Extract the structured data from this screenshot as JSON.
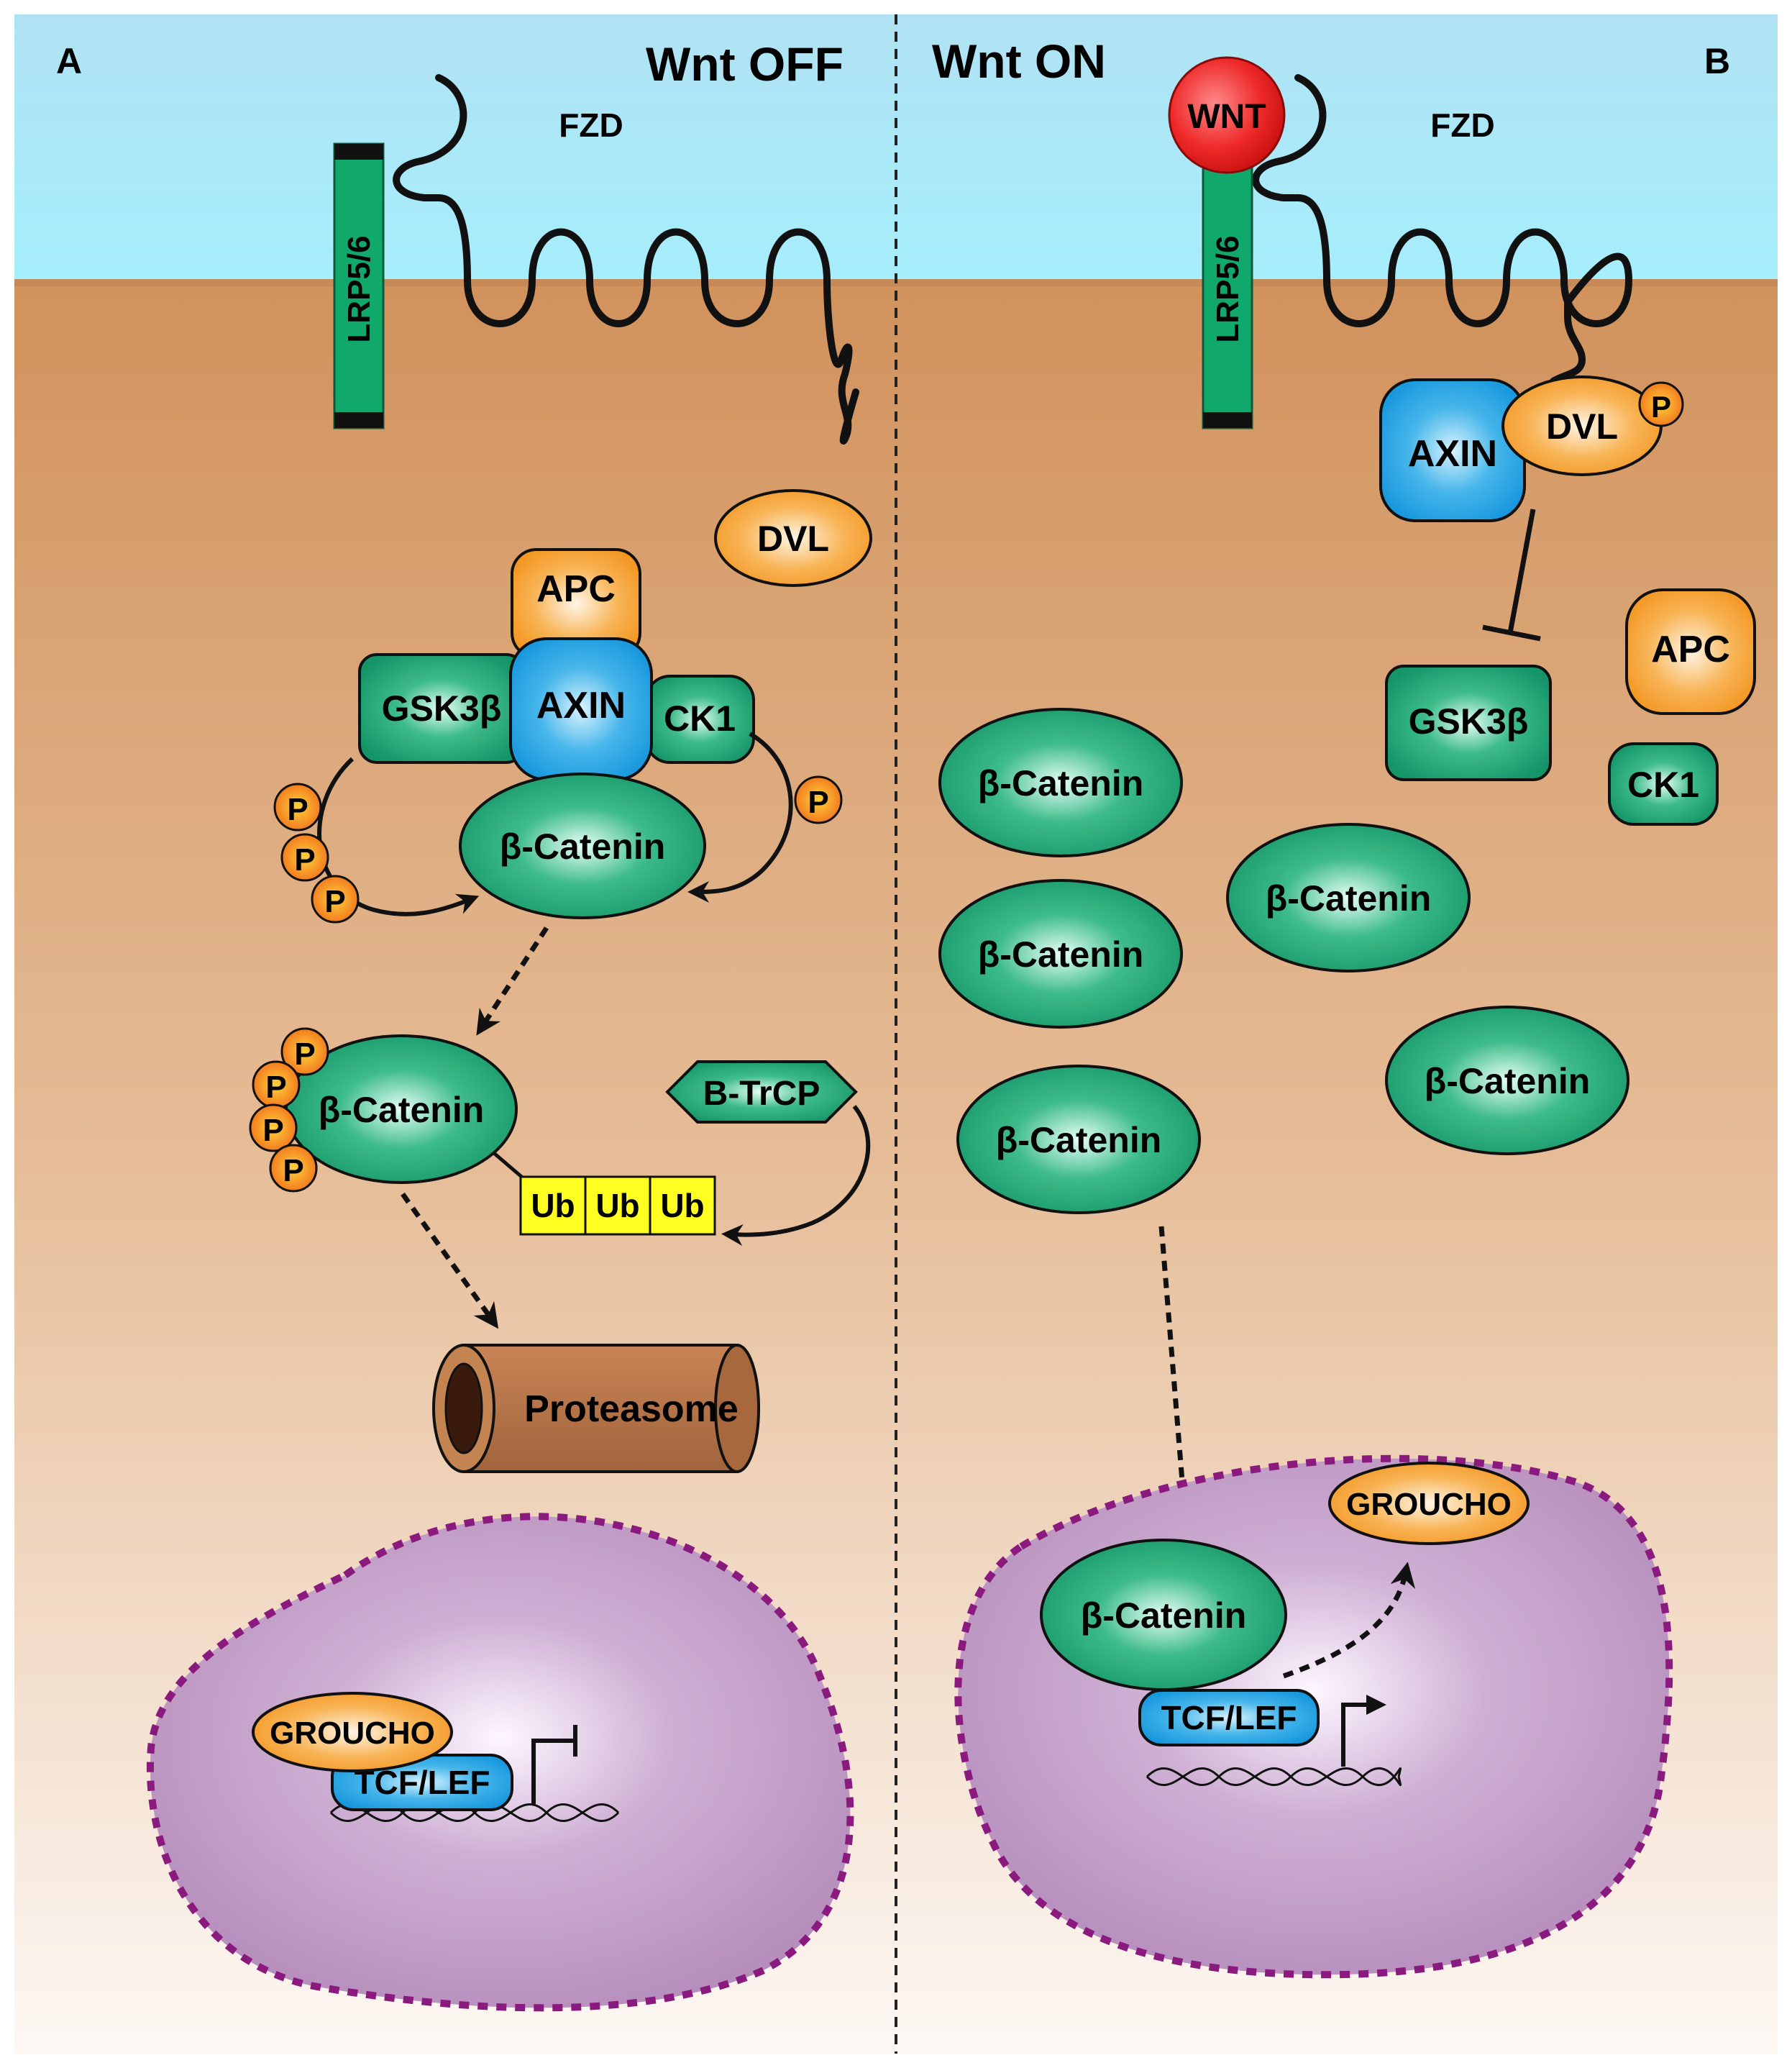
{
  "panels": {
    "left": {
      "letter": "A",
      "heading": "Wnt OFF"
    },
    "right": {
      "letter": "B",
      "heading": "Wnt ON"
    }
  },
  "labels": {
    "lrp": "LRP5/6",
    "fzd": "FZD",
    "wnt": "WNT",
    "dvl": "DVL",
    "apc": "APC",
    "axin": "AXIN",
    "gsk": "GSK3β",
    "ck1": "CK1",
    "bcat": "β-Catenin",
    "p": "P",
    "btrcp": "B-TrCP",
    "ub": "Ub",
    "proteasome": "Proteasome",
    "groucho": "GROUCHO",
    "tcf": "TCF/LEF"
  },
  "colors": {
    "extracellular": "#a8e4f5",
    "membrane": "#c98a55",
    "cytoplasm_top": "#d49a6a",
    "cytoplasm_bottom": "#fbf4ef",
    "nucleus": "#b48ab8",
    "nucleus_border": "#8b1a7f",
    "green_protein": "#1e9e6e",
    "orange_protein": "#f5a23a",
    "blue_protein": "#29a6e3",
    "wnt": "#e81e1e",
    "ubiquitin": "#ffff00",
    "proteasome": "#a86a42"
  }
}
